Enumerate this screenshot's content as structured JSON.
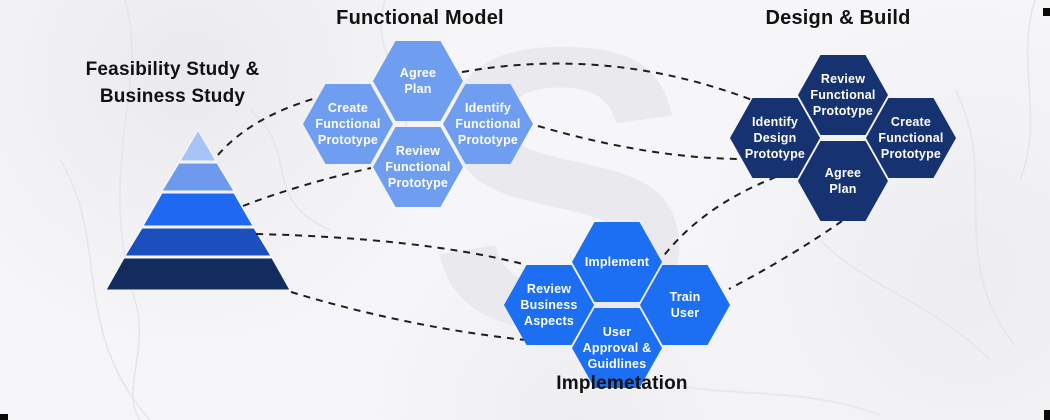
{
  "watermark": "S",
  "background": {
    "base": "#f6f6f8",
    "swirl": "#e9e9ec",
    "vein": "#e4e4ea"
  },
  "connector": {
    "color": "#1e1e1e",
    "style": "dashed"
  },
  "feasibility": {
    "title": "Feasibility Study &\nBusiness Study",
    "pyramid_layers": [
      {
        "name": "layer-1",
        "color": "#a7c4f8"
      },
      {
        "name": "layer-2",
        "color": "#6d9aec"
      },
      {
        "name": "layer-3",
        "color": "#1f68f1"
      },
      {
        "name": "layer-4",
        "color": "#1b4fbe"
      },
      {
        "name": "layer-5",
        "color": "#132c60"
      }
    ]
  },
  "clusters": {
    "functional_model": {
      "title": "Functional Model",
      "color": "#6f9ef1",
      "hexagons": {
        "top": {
          "label": "Agree\nPlan"
        },
        "left": {
          "label": "Create\nFunctional\nPrototype"
        },
        "right": {
          "label": "Identify\nFunctional\nPrototype"
        },
        "bottom": {
          "label": "Review\nFunctional\nPrototype"
        }
      }
    },
    "design_build": {
      "title": "Design & Build",
      "color": "#163270",
      "hexagons": {
        "top": {
          "label": "Review\nFunctional\nPrototype"
        },
        "left": {
          "label": "Identify\nDesign\nPrototype"
        },
        "right": {
          "label": "Create\nFunctional\nPrototype"
        },
        "bottom": {
          "label": "Agree\nPlan"
        }
      }
    },
    "implementation": {
      "title": "Implemetation",
      "color": "#1c6ef2",
      "hexagons": {
        "top": {
          "label": "Implement"
        },
        "left": {
          "label": "Review\nBusiness\nAspects"
        },
        "right": {
          "label": "Train\nUser"
        },
        "bottom": {
          "label": "User\nApproval &\nGuidlines"
        }
      }
    }
  }
}
